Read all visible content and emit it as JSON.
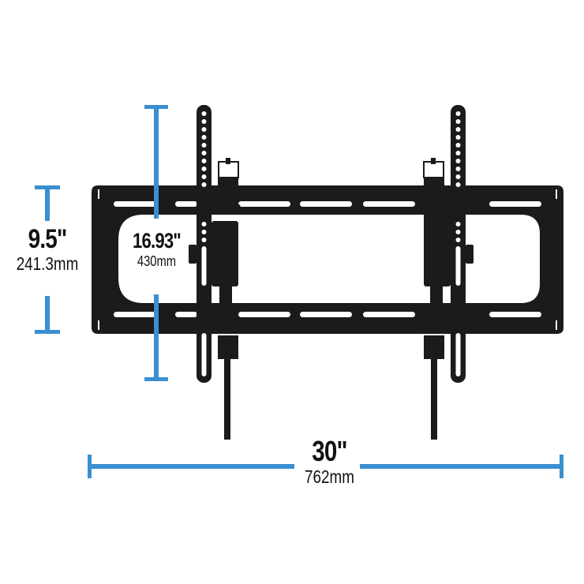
{
  "colors": {
    "dimension_blue": "#3a8fd0",
    "mount_black": "#1b1b1b",
    "background": "#ffffff"
  },
  "dimensions": {
    "height": {
      "imperial": "9.5\"",
      "metric": "241.3mm"
    },
    "vertical_spacing": {
      "imperial": "16.93\"",
      "metric": "430mm"
    },
    "width": {
      "imperial": "30\"",
      "metric": "762mm"
    }
  },
  "product": {
    "type": "tilting TV wall mount",
    "icon": "tv-wall-mount-plate",
    "vertical_brackets": 2
  }
}
